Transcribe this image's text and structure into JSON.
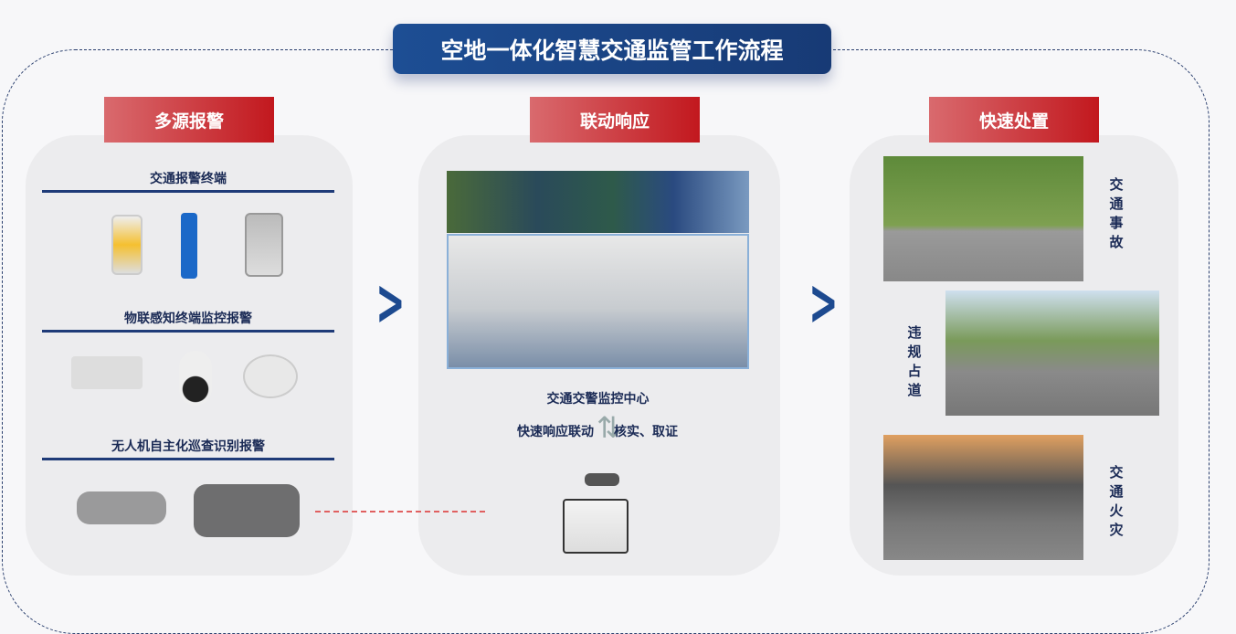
{
  "title": "空地一体化智慧交通监管工作流程",
  "columns": {
    "alarm": {
      "tag": "多源报警",
      "sections": [
        "交通报警终端",
        "物联感知终端监控报警",
        "无人机自主化巡查识别报警"
      ]
    },
    "response": {
      "tag": "联动响应",
      "center_label": "交通交警监控中心",
      "left_label": "快速响应联动",
      "right_label": "核实、取证"
    },
    "disposal": {
      "tag": "快速处置",
      "cases": [
        "交通事故",
        "违规占道",
        "交通火灾"
      ]
    }
  },
  "colors": {
    "title_bg": "#1d4e94",
    "tag_red": "#c2181e",
    "chevron": "#1d4a90",
    "dashed_link": "#e06060"
  }
}
